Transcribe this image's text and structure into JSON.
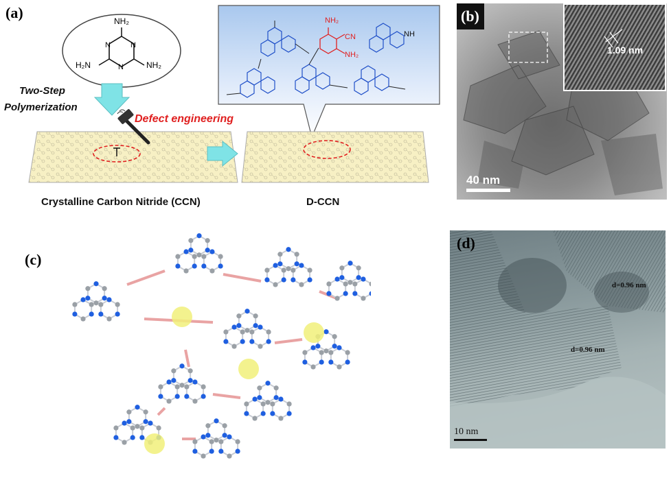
{
  "panel_a": {
    "letter": "(a)",
    "melamine_labels": {
      "nh2_top": "NH₂",
      "nh2_left": "H₂N",
      "nh2_right": "NH₂",
      "n": "N"
    },
    "process_line1": "Two-Step",
    "process_line2": "Polymerization",
    "defect_label": "Defect engineering",
    "ccn_label": "Crystalline Carbon Nitride (CCN)",
    "dccn_label": "D-CCN",
    "structure_labels": {
      "nh2_1": "NH₂",
      "cn": "CN",
      "nh2_2": "NH₂",
      "nh": "NH"
    },
    "colors": {
      "arrow": "#7fe3e6",
      "sheet": "#f7f0c4",
      "defect": "#e02020",
      "bubble_top": "#a9c8ee"
    }
  },
  "panel_b": {
    "letter": "(b)",
    "lattice_spacing": "1.09 nm",
    "scale_bar": "40 nm"
  },
  "panel_c": {
    "letter": "(c)",
    "colors": {
      "nitrogen": "#1f5fe0",
      "carbon": "#9aa0a6",
      "defect_site": "#f1f07a",
      "bridge": "#e9a3a3"
    }
  },
  "panel_d": {
    "letter": "(d)",
    "spacing_1": "d=0.96 nm",
    "spacing_2": "d=0.96 nm",
    "scale_bar": "10 nm"
  }
}
